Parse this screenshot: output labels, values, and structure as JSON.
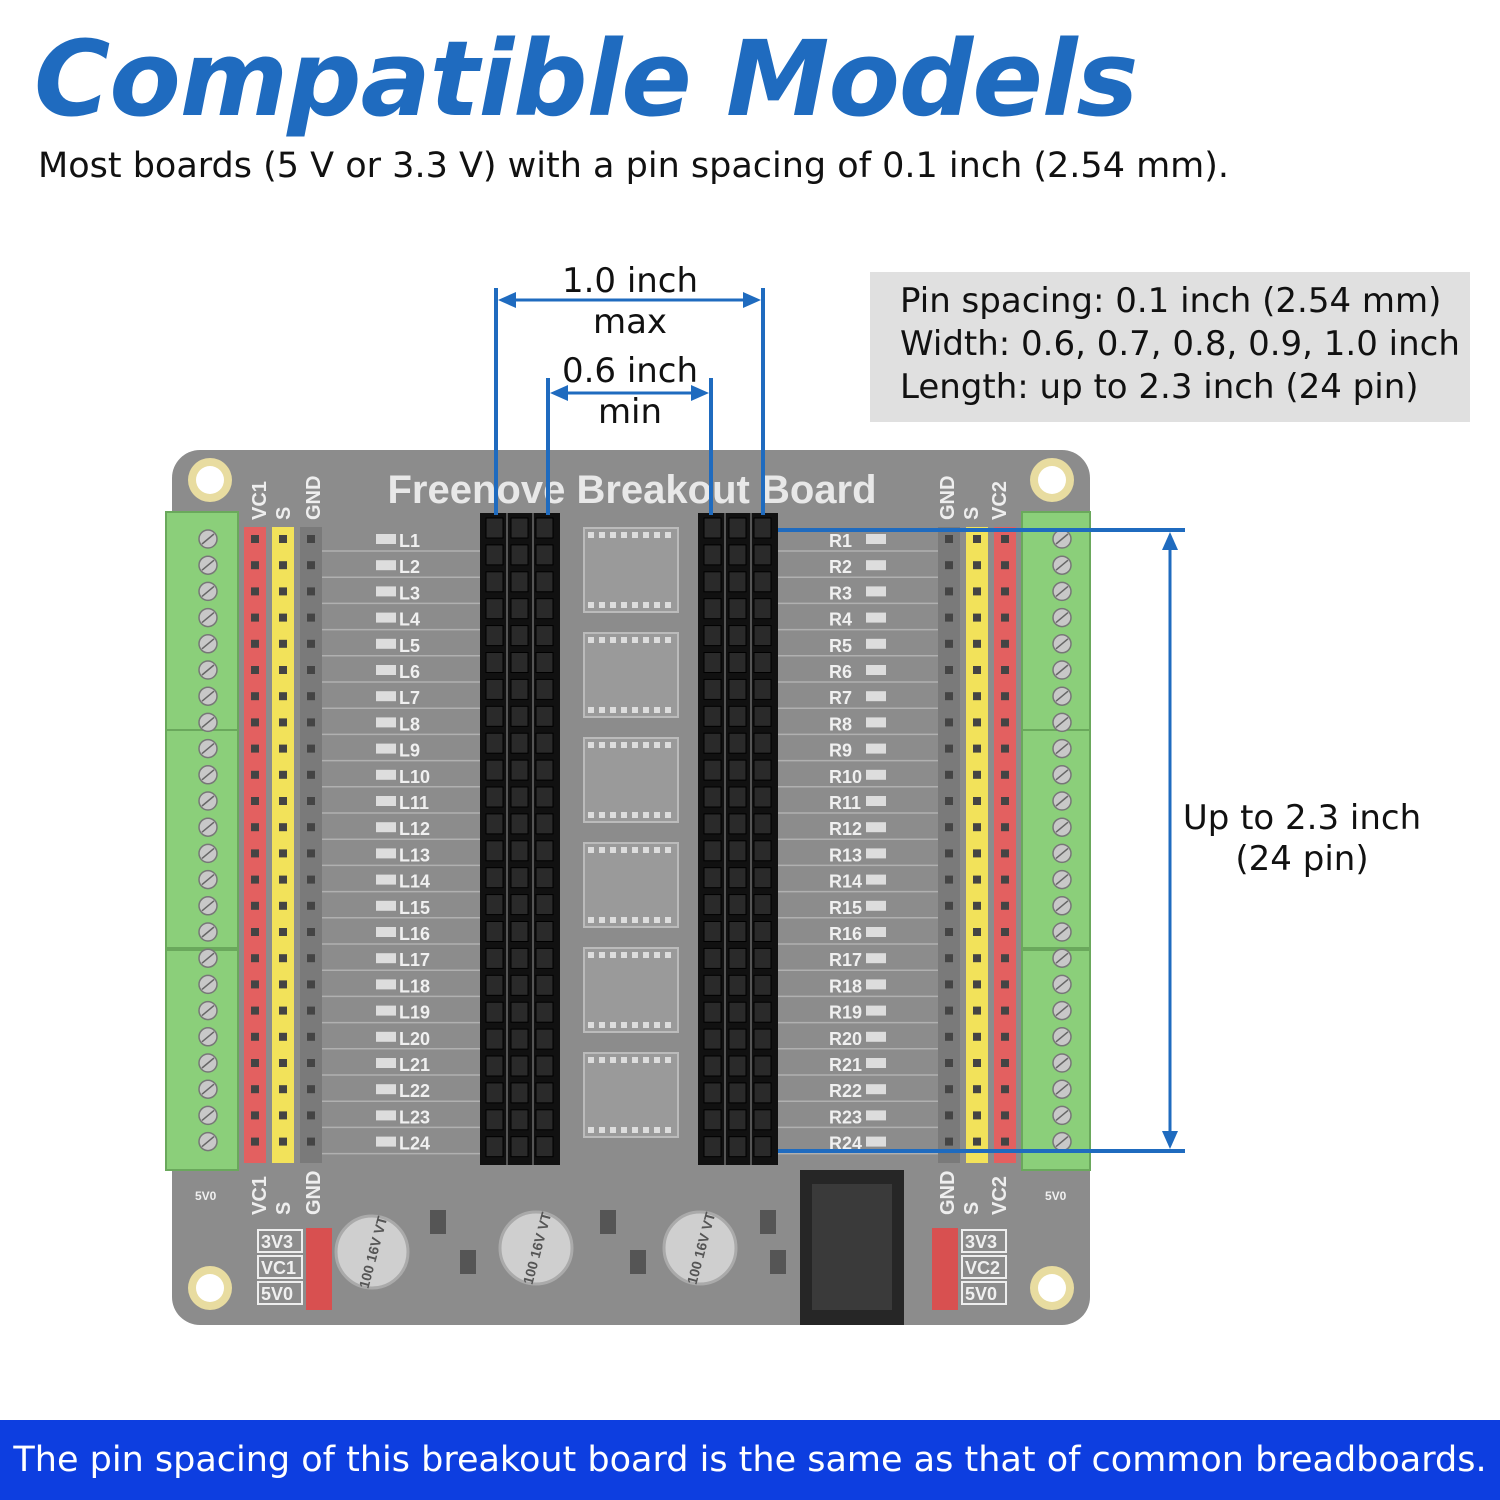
{
  "header": {
    "title": "Compatible Models",
    "subtitle": "Most boards (5 V or 3.3 V) with a pin spacing of 0.1 inch (2.54 mm)."
  },
  "specs": [
    "Pin spacing: 0.1 inch (2.54 mm)",
    "Width: 0.6, 0.7, 0.8, 0.9, 1.0 inch",
    "Length: up to 2.3 inch (24 pin)"
  ],
  "dimensions": {
    "width_max_value": "1.0 inch",
    "width_max_label": "max",
    "width_min_value": "0.6 inch",
    "width_min_label": "min",
    "length_value": "Up to 2.3 inch",
    "length_label": "(24 pin)"
  },
  "board": {
    "title": "Freenove Breakout Board",
    "left_pin_prefix": "L",
    "right_pin_prefix": "R",
    "pin_count": 24,
    "rail_labels_left": [
      "VC1",
      "S",
      "GND"
    ],
    "rail_labels_right": [
      "GND",
      "S",
      "VC2"
    ],
    "power_select_left": [
      "3V3",
      "VC1",
      "5V0"
    ],
    "power_select_right": [
      "3V3",
      "VC2",
      "5V0"
    ],
    "capacitor_label": "100 16V VT",
    "jumper_label": "5V0"
  },
  "colors": {
    "accent_blue": "#1f6bbf",
    "footer_blue": "#0d3ee0",
    "board_gray": "#8c8c8c",
    "terminal_green": "#8bcf7a",
    "rail_red": "#e36060",
    "rail_yellow": "#f2e25a",
    "header_black": "#111111"
  },
  "footer": {
    "text": "The pin spacing of this breakout board is the same as that of common breadboards."
  }
}
